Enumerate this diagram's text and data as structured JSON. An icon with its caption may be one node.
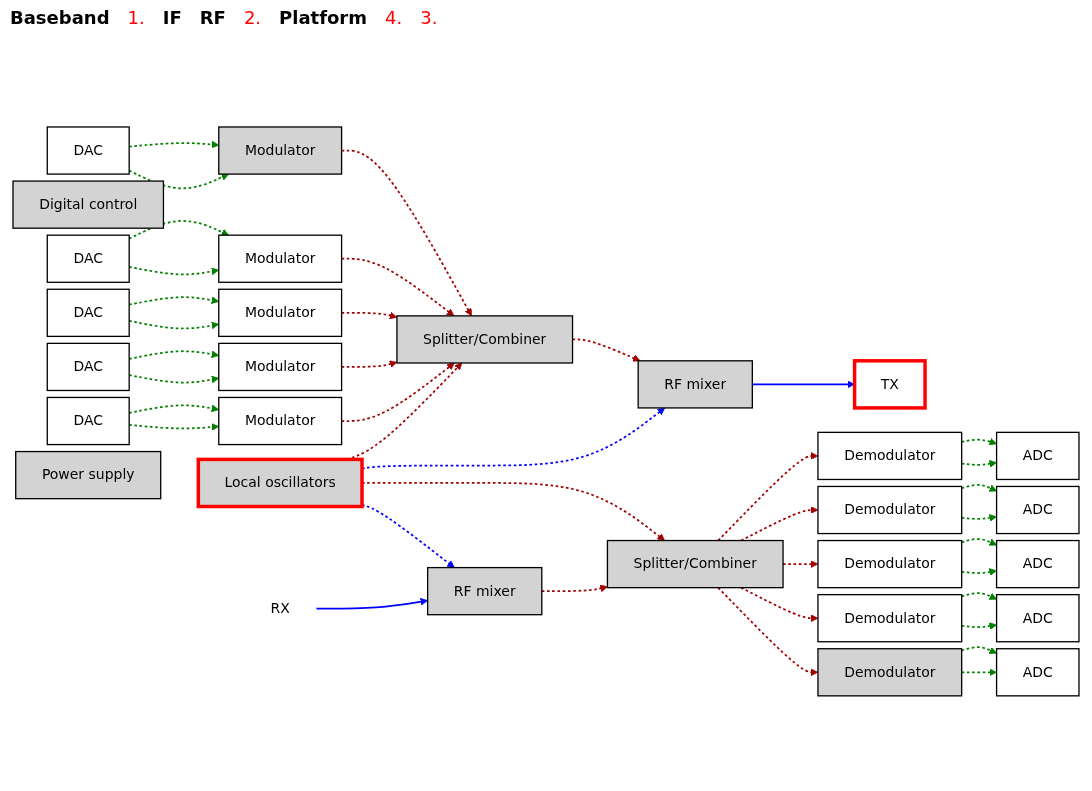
{
  "diagram": {
    "nodes": [
      {
        "text": [
          "DAC"
        ]
      },
      {
        "text": [
          "Modulator"
        ]
      },
      {
        "text": [
          "Splitter/Combiner"
        ]
      },
      {
        "text": [
          "Digital control"
        ]
      },
      {
        "text": [
          "DAC"
        ]
      },
      {
        "text": [
          "Modulator"
        ]
      },
      {
        "text": [
          "DAC"
        ]
      },
      {
        "text": [
          "Modulator"
        ]
      },
      {
        "text": [
          "RF mixer"
        ]
      },
      {
        "text": [
          "TX"
        ]
      },
      {
        "text": [
          "DAC"
        ]
      },
      {
        "text": [
          "Modulator"
        ]
      },
      {
        "text": [
          "DAC"
        ]
      },
      {
        "text": [
          "Modulator"
        ]
      },
      {
        "text": [
          "Local oscillators"
        ]
      },
      {
        "text": [
          "ADC"
        ]
      },
      {
        "text": [
          "Demodulator"
        ]
      },
      {
        "text": [
          "Splitter/Combiner"
        ]
      },
      {
        "text": [
          "ADC"
        ]
      },
      {
        "text": [
          "Demodulator"
        ]
      },
      {
        "text": [
          "ADC"
        ]
      },
      {
        "text": [
          "Demodulator"
        ]
      },
      {
        "text": [
          "RF mixer"
        ]
      },
      {
        "text": [
          "RX"
        ]
      },
      {
        "text": [
          "ADC"
        ]
      },
      {
        "text": [
          "Demodulator"
        ]
      },
      {
        "text": [
          "ADC"
        ]
      },
      {
        "text": [
          "Demodulator"
        ]
      },
      {
        "text": [
          "Power supply"
        ]
      }
    ],
    "edges": [
      {
        "from": 0,
        "to": 1,
        "arrow": "to",
        "style": "dashed",
        "color": "#008000"
      },
      {
        "from": 0,
        "to": 1,
        "arrow": "to",
        "style": "dashed",
        "color": "#008000"
      },
      {
        "from": 4,
        "to": 5,
        "arrow": "to",
        "style": "dashed",
        "color": "#008000"
      },
      {
        "from": 4,
        "to": 5,
        "arrow": "to",
        "style": "dashed",
        "color": "#008000"
      },
      {
        "from": 6,
        "to": 7,
        "arrow": "to",
        "style": "dashed",
        "color": "#008000"
      },
      {
        "from": 6,
        "to": 7,
        "arrow": "to",
        "style": "dashed",
        "color": "#008000"
      },
      {
        "from": 10,
        "to": 11,
        "arrow": "to",
        "style": "dashed",
        "color": "#008000"
      },
      {
        "from": 10,
        "to": 11,
        "arrow": "to",
        "style": "dashed",
        "color": "#008000"
      },
      {
        "from": 12,
        "to": 13,
        "arrow": "to",
        "style": "dashed",
        "color": "#008000"
      },
      {
        "from": 12,
        "to": 13,
        "arrow": "to",
        "style": "dashed",
        "color": "#008000"
      },
      {
        "from": 16,
        "to": 15,
        "arrow": "to",
        "style": "dashed",
        "color": "#008000"
      },
      {
        "from": 16,
        "to": 15,
        "arrow": "to",
        "style": "dashed",
        "color": "#008000"
      },
      {
        "from": 19,
        "to": 18,
        "arrow": "to",
        "style": "dashed",
        "color": "#008000"
      },
      {
        "from": 19,
        "to": 18,
        "arrow": "to",
        "style": "dashed",
        "color": "#008000"
      },
      {
        "from": 21,
        "to": 20,
        "arrow": "to",
        "style": "dashed",
        "color": "#008000"
      },
      {
        "from": 21,
        "to": 20,
        "arrow": "to",
        "style": "dashed",
        "color": "#008000"
      },
      {
        "from": 25,
        "to": 24,
        "arrow": "to",
        "style": "dashed",
        "color": "#008000"
      },
      {
        "from": 25,
        "to": 24,
        "arrow": "to",
        "style": "dashed",
        "color": "#008000"
      },
      {
        "from": 27,
        "to": 26,
        "arrow": "to",
        "style": "dashed",
        "color": "#008000"
      },
      {
        "from": 27,
        "to": 26,
        "arrow": "to",
        "style": "dashed",
        "color": "#008000"
      },
      {
        "from": 1,
        "to": 2,
        "arrow": "to",
        "style": "dashed",
        "color": "#a00000"
      },
      {
        "from": 5,
        "to": 2,
        "arrow": "to",
        "style": "dashed",
        "color": "#a00000"
      },
      {
        "from": 7,
        "to": 2,
        "arrow": "to",
        "style": "dashed",
        "color": "#a00000"
      },
      {
        "from": 2,
        "to": 8,
        "arrow": "to",
        "style": "dashed",
        "color": "#a00000"
      },
      {
        "from": 11,
        "to": 2,
        "arrow": "to",
        "style": "dashed",
        "color": "#a00000"
      },
      {
        "from": 13,
        "to": 2,
        "arrow": "to",
        "style": "dashed",
        "color": "#a00000"
      },
      {
        "from": 14,
        "to": 2,
        "arrow": "to",
        "style": "dashed",
        "color": "#a00000"
      },
      {
        "from": 17,
        "to": 16,
        "arrow": "to",
        "style": "dashed",
        "color": "#a00000"
      },
      {
        "from": 17,
        "to": 19,
        "arrow": "to",
        "style": "dashed",
        "color": "#a00000"
      },
      {
        "from": 17,
        "to": 21,
        "arrow": "to",
        "style": "dashed",
        "color": "#a00000"
      },
      {
        "from": 17,
        "to": 25,
        "arrow": "to",
        "style": "dashed",
        "color": "#a00000"
      },
      {
        "from": 17,
        "to": 27,
        "arrow": "to",
        "style": "dashed",
        "color": "#a00000"
      },
      {
        "from": 14,
        "to": 17,
        "arrow": "to",
        "style": "dashed",
        "color": "#a00000"
      },
      {
        "from": 22,
        "to": 17,
        "arrow": "to",
        "style": "dashed",
        "color": "#a00000"
      },
      {
        "from": 8,
        "to": 9,
        "arrow": "to",
        "color": "#0000ff"
      },
      {
        "from": 14,
        "to": 8,
        "arrow": "to",
        "style": "dashed",
        "color": "#0000ff"
      },
      {
        "from": 14,
        "to": 22,
        "arrow": "to",
        "style": "dashed",
        "color": "#0000ff"
      },
      {
        "from": 23,
        "to": 22,
        "arrow": "to",
        "color": "#0000ff"
      }
    ],
    "labels": [
      "Baseband",
      "1.",
      "IF",
      "RF",
      "2.",
      "Platform",
      "4.",
      "3."
    ]
  }
}
